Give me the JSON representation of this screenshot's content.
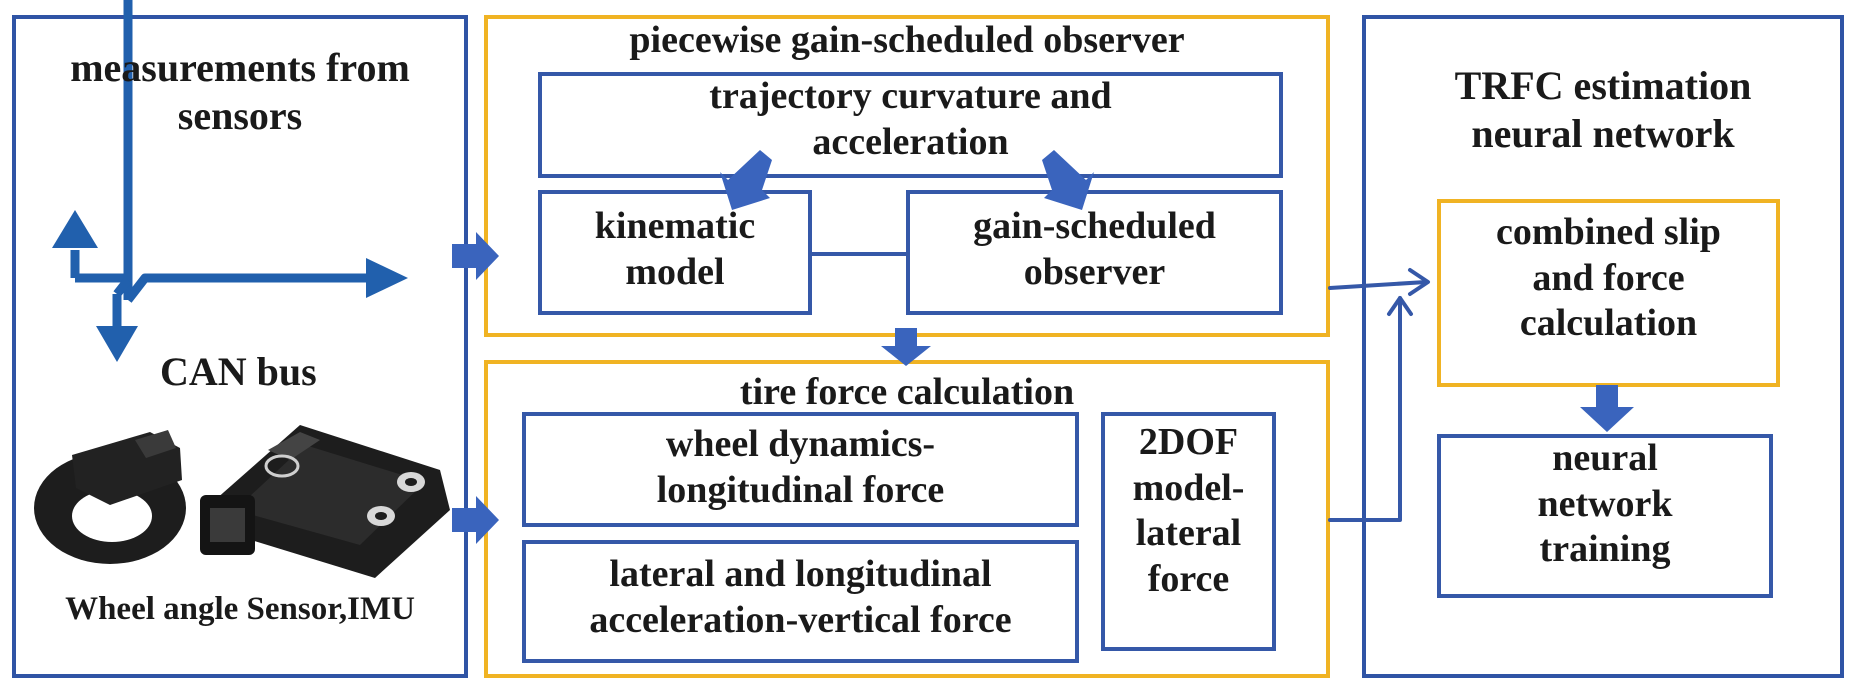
{
  "left_panel": {
    "title_line1": "measurements from",
    "title_line2": "sensors",
    "bus_label": "CAN bus",
    "sensor_caption": "Wheel angle Sensor,IMU"
  },
  "observer_panel": {
    "title": "piecewise gain-scheduled observer",
    "curvature_line1": "trajectory curvature and",
    "curvature_line2": "acceleration",
    "kinematic_line1": "kinematic",
    "kinematic_line2": "model",
    "gain_line1": "gain-scheduled",
    "gain_line2": "observer"
  },
  "force_panel": {
    "title": "tire force calculation",
    "wheel_line1": "wheel dynamics-",
    "wheel_line2": "longitudinal force",
    "lateral_line1": "lateral and longitudinal",
    "lateral_line2": "acceleration-vertical force",
    "dof_line1": "2DOF",
    "dof_line2": "model-",
    "dof_line3": "lateral",
    "dof_line4": "force"
  },
  "right_panel": {
    "title_line1": "TRFC estimation",
    "title_line2": "neural network",
    "combined_line1": "combined slip",
    "combined_line2": "and force",
    "combined_line3": "calculation",
    "nn_line1": "neural",
    "nn_line2": "network",
    "nn_line3": "training"
  },
  "colors": {
    "blue_border": "#2f54a5",
    "yellow_border": "#f0b323",
    "arrow_fill": "#3a64bd",
    "sensor_body": "#1d1d1d"
  },
  "icons": [
    "coordinate-axes-icon",
    "steering-angle-sensor-image",
    "imu-sensor-image",
    "block-arrow-icon",
    "line-arrow-icon"
  ]
}
